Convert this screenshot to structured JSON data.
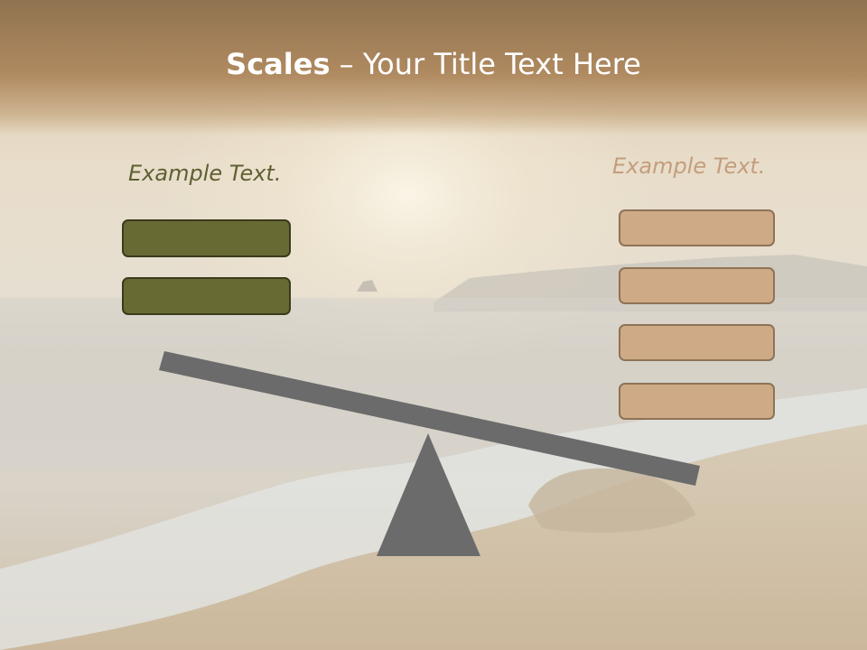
{
  "slide": {
    "title_bold": "Scales",
    "title_rest": " – Your Title Text Here",
    "left_label": "Example Text.",
    "right_label": "Example Text."
  },
  "scale": {
    "left_boxes": 2,
    "right_boxes": 4,
    "tilt": "left side up, right side down"
  },
  "colors": {
    "title_band": "#b08a60",
    "left_box_fill": "#676a33",
    "left_box_border": "#3a3b1c",
    "left_label": "#5e6032",
    "right_box_fill": "#cfaa86",
    "right_box_border": "#8e7357",
    "right_label": "#c49e7c",
    "beam": "#6b6b6b",
    "fulcrum": "#6b6b6b"
  }
}
